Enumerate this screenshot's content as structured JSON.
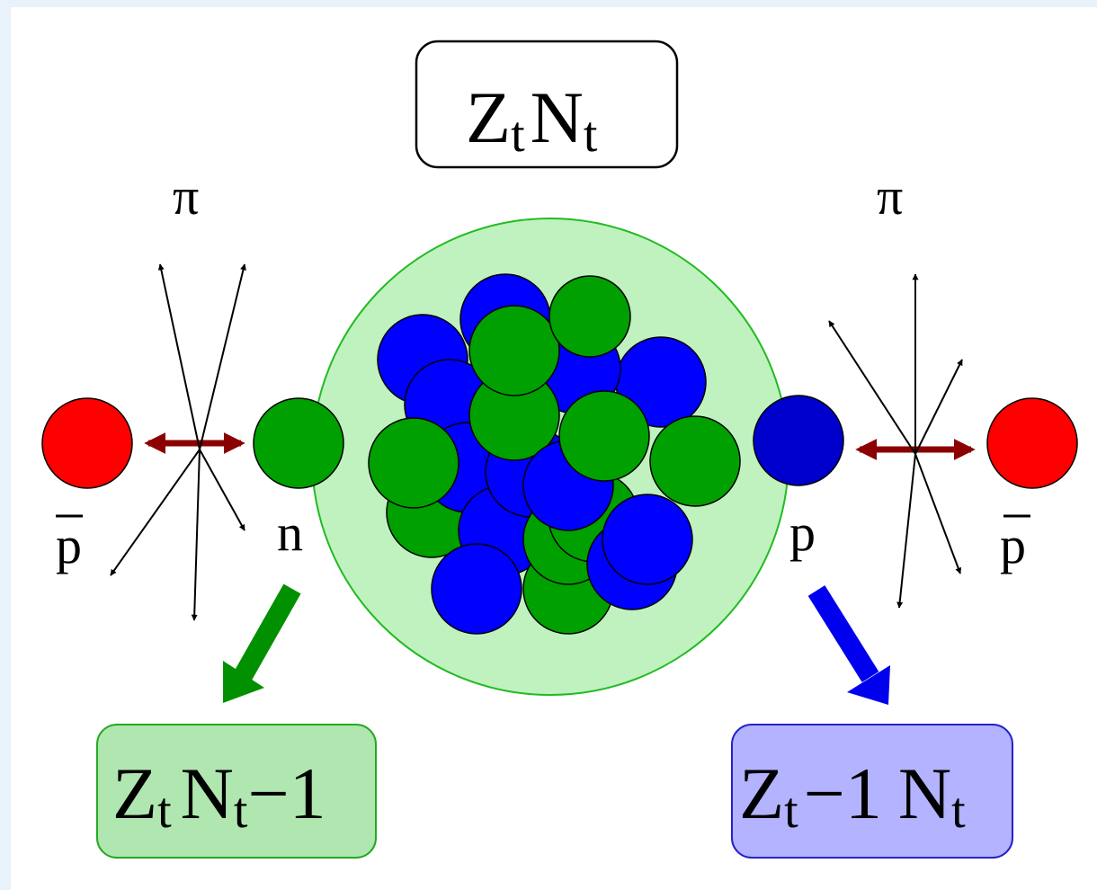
{
  "top_box": {
    "symbol_z": "Z",
    "sub_z": "t",
    "symbol_n": "N",
    "sub_n": "t"
  },
  "pion_left": "π",
  "pion_right": "π",
  "antiproton_left": "p",
  "antiproton_right": "p",
  "neutron_label": "n",
  "proton_label": "p",
  "box_left": {
    "z": "Z",
    "z_sub": "t",
    "n": "N",
    "n_sub": "t",
    "suffix": "−1"
  },
  "box_right": {
    "z": "Z",
    "z_sub": "t",
    "suffix": "−1",
    "n": "N",
    "n_sub": "t"
  },
  "colors": {
    "proton": "#0000ff",
    "neutron": "#00a000",
    "antiproton": "#ff0000",
    "nucleus_halo": "#c0f2c0",
    "double_arrow": "#8b0000",
    "box_left_fill": "#b0e6b0",
    "box_right_fill": "#b3b3ff"
  }
}
